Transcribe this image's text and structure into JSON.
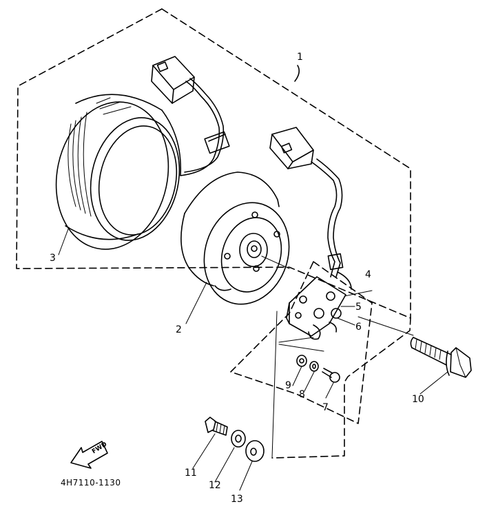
{
  "diagram": {
    "part_code": "4H7110-1130",
    "fwd_label": "FWD",
    "callouts": {
      "c1": "1",
      "c2": "2",
      "c3": "3",
      "c4": "4",
      "c5": "5",
      "c6": "6",
      "c7": "7",
      "c8": "8",
      "c9": "9",
      "c10": "10",
      "c11": "11",
      "c12": "12",
      "c13": "13"
    }
  }
}
